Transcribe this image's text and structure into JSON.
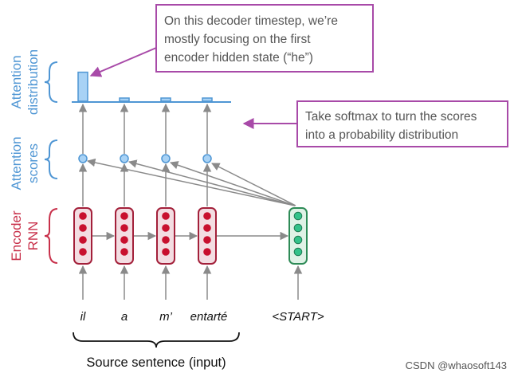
{
  "labels": {
    "attention_distribution": [
      "Attention",
      "distribution"
    ],
    "attention_scores": [
      "Attention",
      "scores"
    ],
    "encoder_rnn": [
      "Encoder",
      "RNN"
    ]
  },
  "source_words": [
    "il",
    "a",
    "m’",
    "entarté"
  ],
  "decoder_input": "<START>",
  "caption": "Source sentence (input)",
  "callout_top": [
    "On this decoder timestep, we’re",
    "mostly focusing on the first",
    "encoder hidden state (“he”)"
  ],
  "callout_right": [
    "Take softmax to turn the scores",
    "into a probability distribution"
  ],
  "attention_distribution": [
    0.91,
    0.03,
    0.03,
    0.03
  ],
  "watermark": "CSDN @whaosoft143",
  "colors": {
    "blue": "#4f96d4",
    "blue_fill": "#a8d2f5",
    "encoder_red": "#a3203a",
    "encoder_fill": "#f3dde2",
    "decoder_green": "#2e8b57",
    "decoder_fill": "#dff2e6",
    "purple": "#a84aa8",
    "arrow_gray": "#8a8a8a"
  }
}
